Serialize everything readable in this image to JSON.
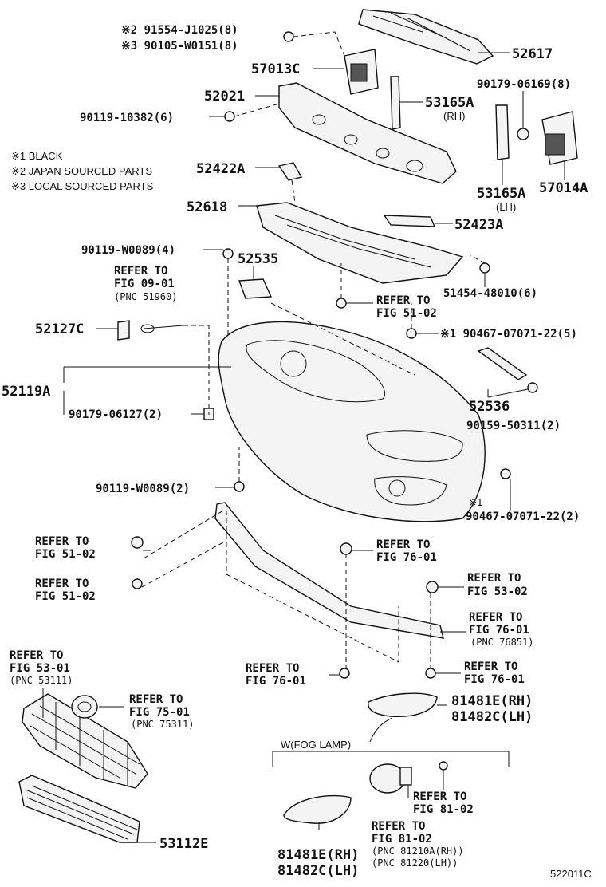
{
  "notes": {
    "n1": "※1 BLACK",
    "n2": "※2 JAPAN SOURCED PARTS",
    "n3": "※3 LOCAL SOURCED PARTS"
  },
  "parts": {
    "p91554": "※2 91554-J1025(8)",
    "p90105": "※3 90105-W0151(8)",
    "p52617": "52617",
    "p57013c": "57013C",
    "p52021": "52021",
    "p90179_06169": "90179-06169(8)",
    "p53165a_rh": "53165A",
    "rh_tag": "(RH)",
    "p90119_10382": "90119-10382(6)",
    "p52422a": "52422A",
    "p53165a_lh": "53165A",
    "lh_tag": "(LH)",
    "p57014a": "57014A",
    "p52618": "52618",
    "p52423a": "52423A",
    "p90119_w0089_4": "90119-W0089(4)",
    "p52535": "52535",
    "p51454": "51454-48010(6)",
    "p52127c": "52127C",
    "p90467_a": "※1 90467-07071-22(5)",
    "p52119a": "52119A",
    "p90179_06127": "90179-06127(2)",
    "p52536": "52536",
    "p90159": "90159-50311(2)",
    "p90119_w0089_2": "90119-W0089(2)",
    "p90467_b": "※1",
    "p90467_b2": "90467-07071-22(2)",
    "p81481e_a": "81481E(RH)",
    "p81482c_a": "81482C(LH)",
    "p53112e": "53112E",
    "p81481e_b": "81481E(RH)",
    "p81482c_b": "81482C(LH)",
    "fog": "W(FOG LAMP)",
    "code": "522011C"
  },
  "refs": {
    "r0901": {
      "l1": "REFER TO",
      "l2": "FIG 09-01",
      "l3": "(PNC 51960)"
    },
    "r5102a": {
      "l1": "REFER TO",
      "l2": "FIG 51-02"
    },
    "r5102b": {
      "l1": "REFER TO",
      "l2": "FIG 51-02"
    },
    "r5102c": {
      "l1": "REFER TO",
      "l2": "FIG 51-02"
    },
    "r7601a": {
      "l1": "REFER TO",
      "l2": "FIG 76-01"
    },
    "r5302": {
      "l1": "REFER TO",
      "l2": "FIG 53-02"
    },
    "r7601b": {
      "l1": "REFER TO",
      "l2": "FIG 76-01",
      "l3": "(PNC 76851)"
    },
    "r7601c": {
      "l1": "REFER TO",
      "l2": "FIG 76-01"
    },
    "r7601d": {
      "l1": "REFER TO",
      "l2": "FIG 76-01"
    },
    "r5301": {
      "l1": "REFER TO",
      "l2": "FIG 53-01",
      "l3": "(PNC 53111)"
    },
    "r7501": {
      "l1": "REFER TO",
      "l2": "FIG 75-01",
      "l3": "(PNC 75311)"
    },
    "r8102a": {
      "l1": "REFER TO",
      "l2": "FIG 81-02"
    },
    "r8102b": {
      "l1": "REFER TO",
      "l2": "FIG 81-02",
      "l3": "(PNC 81210A(RH))",
      "l4": "(PNC 81220(LH))"
    }
  }
}
